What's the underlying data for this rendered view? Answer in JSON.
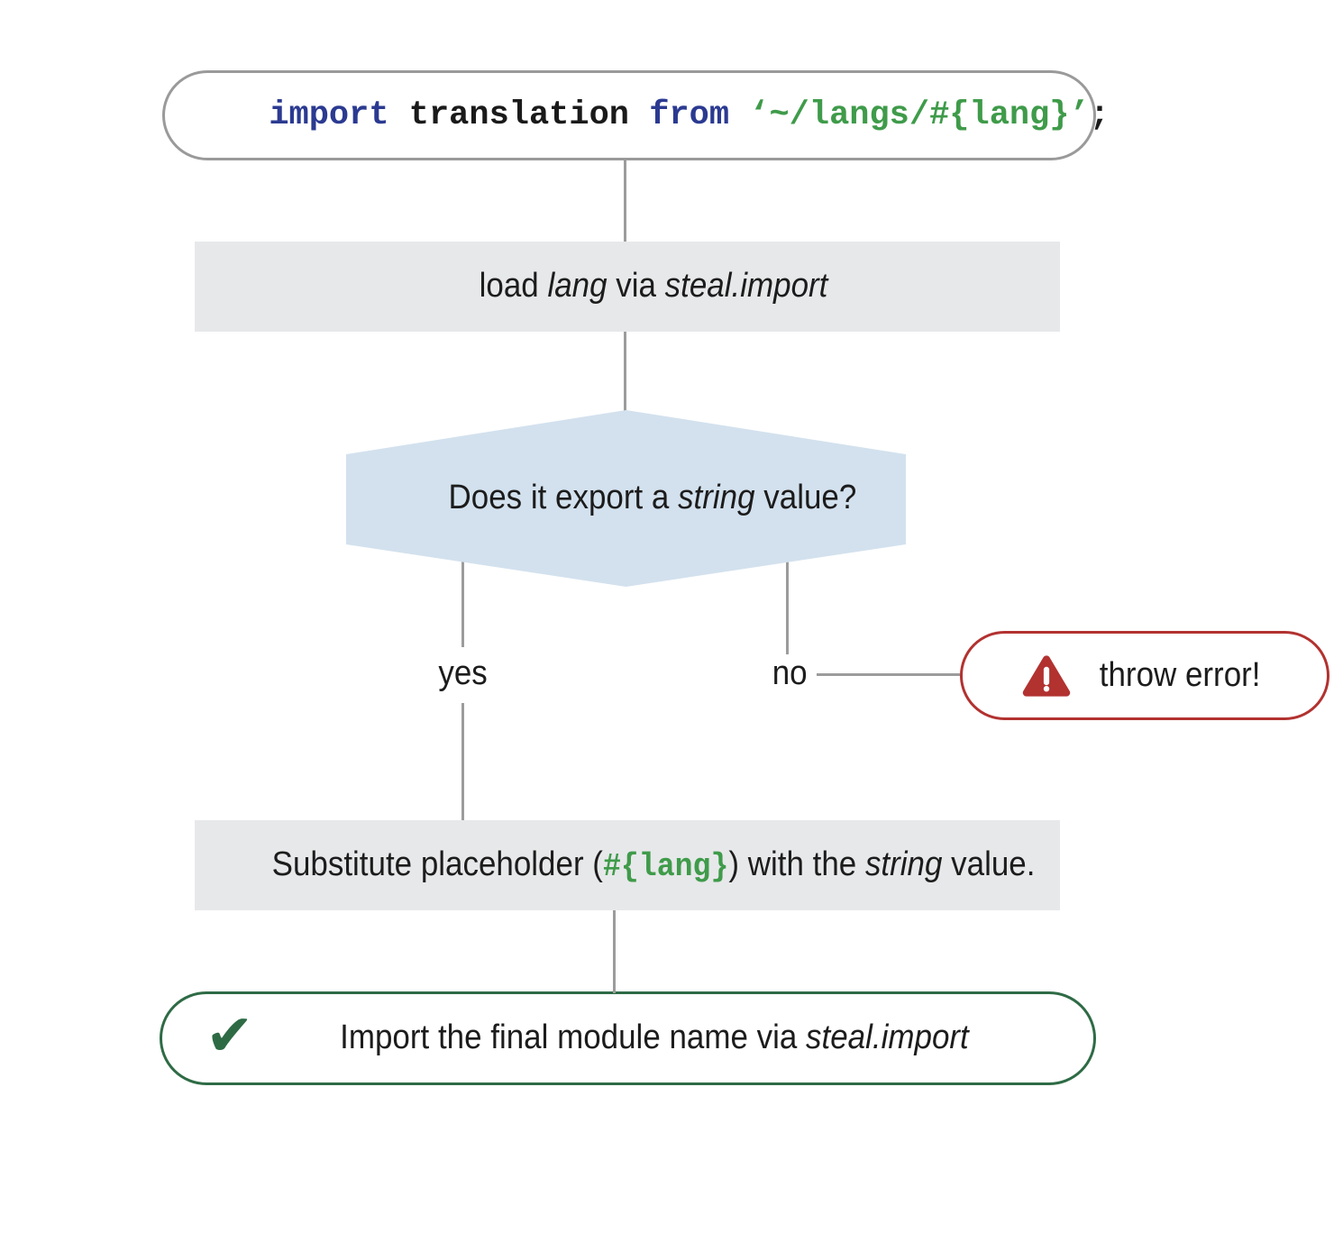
{
  "code_box": {
    "tokens": [
      {
        "text": "import",
        "style": "keyword"
      },
      {
        "text": " translation ",
        "style": "plain"
      },
      {
        "text": "from",
        "style": "keyword"
      },
      {
        "text": " ",
        "style": "plain"
      },
      {
        "text": "‘~/langs/#{lang}’",
        "style": "string"
      },
      {
        "text": ";",
        "style": "plain"
      }
    ]
  },
  "load_box": {
    "parts": [
      {
        "text": "load ",
        "style": "plain"
      },
      {
        "text": "lang",
        "style": "italic"
      },
      {
        "text": " via ",
        "style": "plain"
      },
      {
        "text": "steal.import",
        "style": "italic"
      }
    ]
  },
  "decision": {
    "parts": [
      {
        "text": "Does it export a ",
        "style": "plain"
      },
      {
        "text": "string",
        "style": "italic"
      },
      {
        "text": " value?",
        "style": "plain"
      }
    ]
  },
  "branches": {
    "yes_label": "yes",
    "no_label": "no"
  },
  "error_box": {
    "icon": "warning-triangle-icon",
    "label": "throw error!"
  },
  "substitute_box": {
    "parts": [
      {
        "text": "Substitute placeholder (",
        "style": "plain"
      },
      {
        "text": "#{lang}",
        "style": "code-string"
      },
      {
        "text": ") with the ",
        "style": "plain"
      },
      {
        "text": "string",
        "style": "italic"
      },
      {
        "text": " value.",
        "style": "plain"
      }
    ]
  },
  "success_box": {
    "icon": "check-icon",
    "parts": [
      {
        "text": "Import the final module name via ",
        "style": "plain"
      },
      {
        "text": "steal.import",
        "style": "italic"
      }
    ]
  },
  "colors": {
    "keyword_blue": "#2b3a91",
    "string_green": "#3f9b4a",
    "gray_box_fill": "#e7e8ea",
    "hexagon_fill": "#d3e1ee",
    "connector_gray": "#9c9c9c",
    "pill_border_gray": "#9a9a9a",
    "error_red": "#b23230",
    "success_green": "#2e6b45",
    "text_dark": "#1c1c1c"
  }
}
